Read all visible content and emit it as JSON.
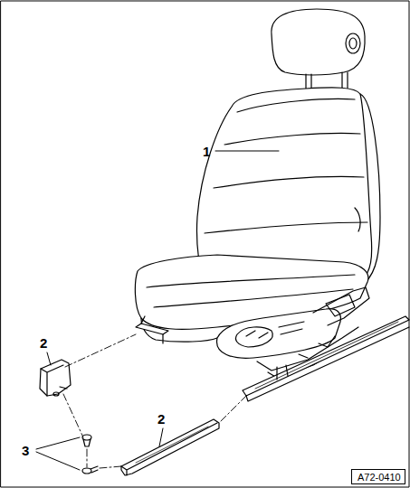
{
  "diagram": {
    "nodes": [
      {
        "text": [
          "A72-0410"
        ]
      }
    ],
    "labels": [
      "1",
      "2",
      "2",
      "3"
    ]
  }
}
